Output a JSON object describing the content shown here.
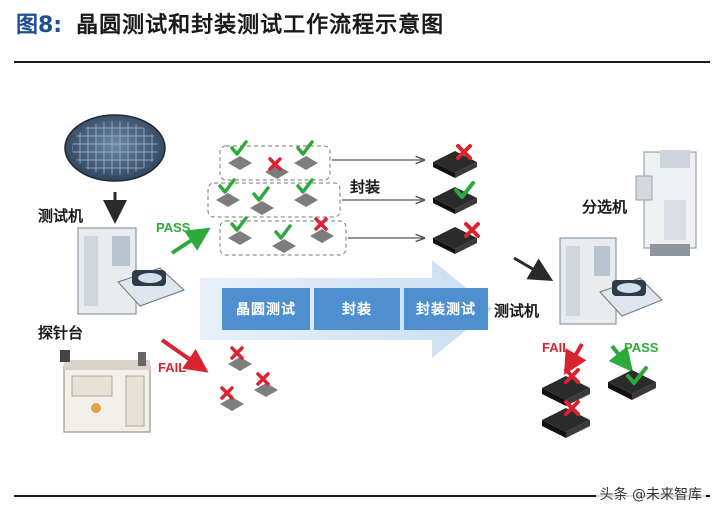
{
  "header": {
    "figure_label": "图8:",
    "title": "晶圆测试和封装测试工作流程示意图"
  },
  "labels": {
    "tester_left": "测试机",
    "prober": "探针台",
    "packaging": "封装",
    "tester_right": "测试机",
    "sorter": "分选机",
    "pass_left": "PASS",
    "fail_left": "FAIL",
    "pass_right": "PASS",
    "fail_right": "FAIL"
  },
  "process_steps": [
    "晶圆测试",
    "封装",
    "封装测试"
  ],
  "watermark": "头条 @未来智库",
  "colors": {
    "pass": "#2eaa3c",
    "fail": "#d9232e",
    "step_box": "#4e8fcf",
    "flow_arrow": "#d6e7f6",
    "title_blue": "#1d4e8f"
  }
}
